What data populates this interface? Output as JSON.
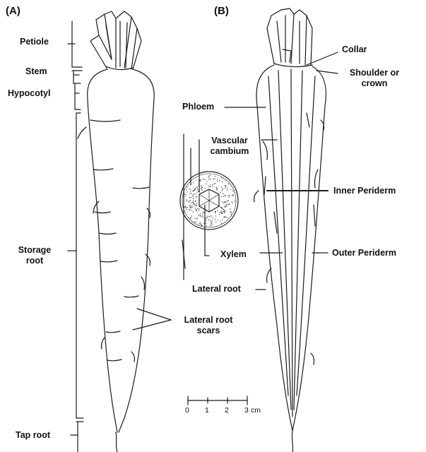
{
  "panels": {
    "a": "(A)",
    "b": "(B)"
  },
  "labels_a": {
    "petiole": "Petiole",
    "stem": "Stem",
    "hypocotyl": "Hypocotyl",
    "storage_root_1": "Storage",
    "storage_root_2": "root",
    "tap_root": "Tap root",
    "lateral_root_scars_1": "Lateral root",
    "lateral_root_scars_2": "scars"
  },
  "labels_section": {
    "phloem": "Phloem",
    "vascular_cambium_1": "Vascular",
    "vascular_cambium_2": "cambium",
    "xylem": "Xylem",
    "lateral_root": "Lateral root"
  },
  "labels_b": {
    "collar": "Collar",
    "shoulder_1": "Shoulder or",
    "shoulder_2": "crown",
    "inner_periderm": "Inner Periderm",
    "outer_periderm": "Outer Periderm"
  },
  "scale_bar": {
    "ticks": [
      "0",
      "1",
      "2",
      "3"
    ],
    "unit": "cm"
  },
  "colors": {
    "ink": "#1a1a1a",
    "background": "#ffffff"
  }
}
